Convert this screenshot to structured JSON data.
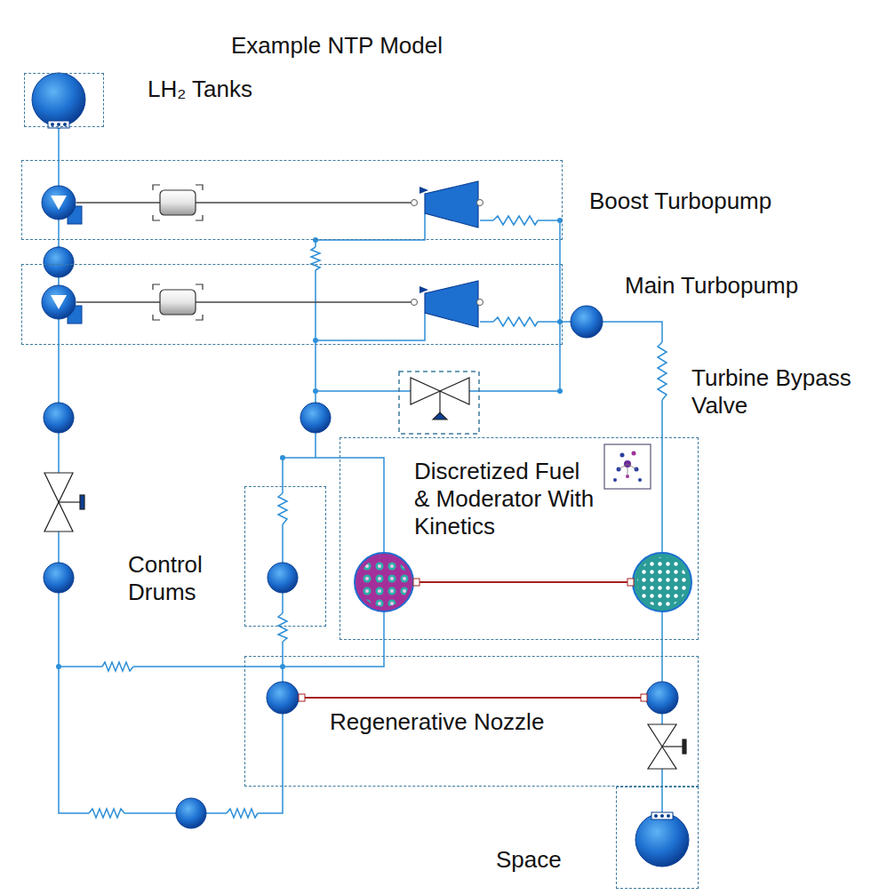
{
  "diagram": {
    "title": "Example NTP Model",
    "nodes": [
      {
        "text": [
          "LH₂ Tanks"
        ]
      },
      {
        "text": [
          "Boost Turbopump"
        ]
      },
      {
        "text": [
          "Main Turbopump"
        ]
      },
      {
        "text": [
          "Control Drums"
        ]
      },
      {
        "text": [
          "Discretized Fuel & Moderator With Kinetics"
        ]
      },
      {
        "text": [
          "Regenerative Nozzle"
        ]
      },
      {
        "text": [
          "Space"
        ]
      }
    ],
    "edges": [
      {
        "from": 0,
        "to": 1,
        "arrow": "none"
      },
      {
        "from": 1,
        "to": 2,
        "arrow": "none"
      }
    ],
    "labels": [
      "Turbine Bypass Valve"
    ]
  }
}
